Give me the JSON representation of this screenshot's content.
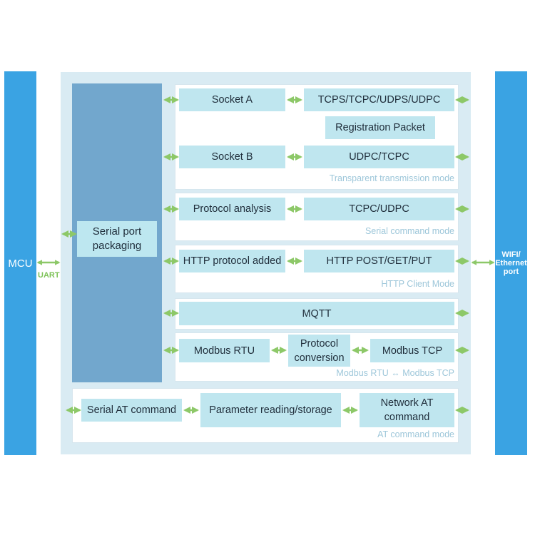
{
  "mcu": {
    "label": "MCU",
    "link_label": "UART"
  },
  "port": {
    "label_lines": [
      "WIFI/",
      "Ethernet",
      "port"
    ]
  },
  "serial_packaging": {
    "lines": [
      "Serial port",
      "packaging"
    ]
  },
  "transparent": {
    "socket_a": "Socket A",
    "socket_a_protocols": "TCPS/TCPC/UDPS/UDPC",
    "registration": "Registration Packet",
    "socket_b": "Socket B",
    "socket_b_protocols": "UDPC/TCPC",
    "mode": "Transparent transmission mode"
  },
  "serial_command": {
    "analysis": "Protocol analysis",
    "protocols": "TCPC/UDPC",
    "mode": "Serial command mode"
  },
  "http_client": {
    "added": "HTTP protocol added",
    "methods": "HTTP POST/GET/PUT",
    "mode": "HTTP Client Mode"
  },
  "mqtt": {
    "label": "MQTT"
  },
  "modbus": {
    "rtu": "Modbus RTU",
    "conversion_lines": [
      "Protocol",
      "conversion"
    ],
    "tcp": "Modbus TCP",
    "mode": "Modbus RTU ↔ Modbus TCP"
  },
  "at_command": {
    "serial": "Serial AT command",
    "parameter": "Parameter reading/storage",
    "network_lines": [
      "Network AT",
      "command"
    ],
    "mode": "AT command mode"
  },
  "colors": {
    "bar": "#3aa3e3",
    "outer": "#d9ebf3",
    "packaging_column": "#72a7cd",
    "box": "#bfe6ef",
    "arrow": "#8dc868",
    "mode_text": "#9ec7da"
  }
}
